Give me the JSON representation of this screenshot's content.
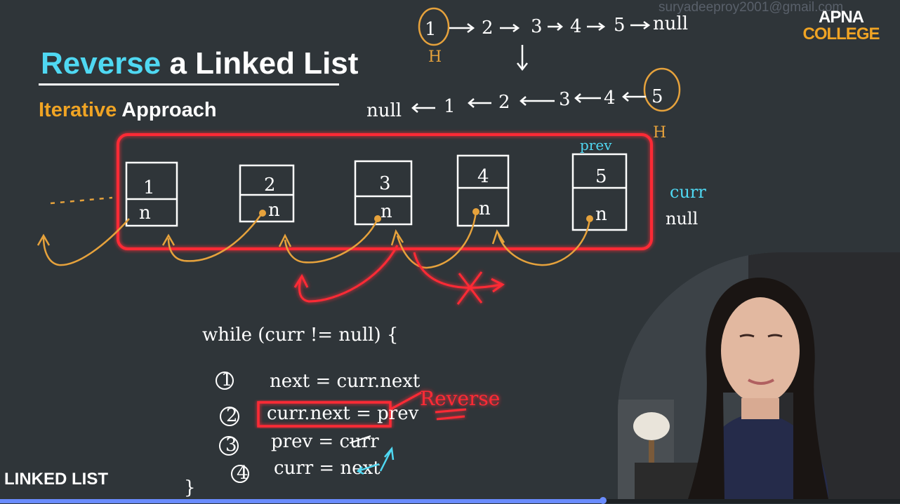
{
  "lesson": {
    "title_accent": "Reverse",
    "title_rest": " a Linked List",
    "subtitle_accent": "Iterative",
    "subtitle_rest": " Approach"
  },
  "watermark": {
    "email": "suryadeeproy2001@gmail.com",
    "logo_line1": "APNA",
    "logo_line2": "COLLEGE"
  },
  "board": {
    "top_list": [
      "1",
      "2",
      "3",
      "4",
      "5",
      "null"
    ],
    "top_head_marker": "H",
    "reversed_list": [
      "null",
      "1",
      "2",
      "3",
      "4",
      "5"
    ],
    "reversed_head_marker": "H",
    "nodes": [
      {
        "value": "1",
        "ptr": "n"
      },
      {
        "value": "2",
        "ptr": "n"
      },
      {
        "value": "3",
        "ptr": "n"
      },
      {
        "value": "4",
        "ptr": "n"
      },
      {
        "value": "5",
        "ptr": "n"
      }
    ],
    "prev_label": "prev",
    "curr_label": "curr",
    "null_label": "null",
    "while_line": "while (curr != null) {",
    "closing_brace": "}",
    "steps": [
      {
        "num": "1",
        "code": "next = curr.next"
      },
      {
        "num": "2",
        "code": "curr.next = prev"
      },
      {
        "num": "3",
        "code": "prev = curr"
      },
      {
        "num": "4",
        "code": "curr = next"
      }
    ],
    "reverse_note": "Reverse"
  },
  "footer": {
    "section_label": "LINKED LIST"
  },
  "video": {
    "progress_fraction": 0.67
  },
  "colors": {
    "background": "#2f3539",
    "title_accent": "#4fd8f2",
    "subtitle_accent": "#f0a424",
    "highlight_red": "#ff2a36",
    "arrow_orange": "#e6a23c",
    "curr_cyan": "#4fd8f2",
    "progress": "#6a8cff"
  }
}
